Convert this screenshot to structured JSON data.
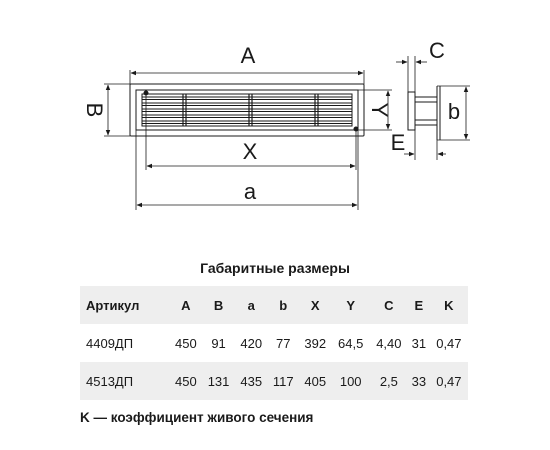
{
  "drawing": {
    "labels": {
      "A": "A",
      "B": "B",
      "X": "X",
      "Y": "Y",
      "a": "a",
      "b": "b",
      "C": "C",
      "E": "E"
    }
  },
  "table": {
    "title": "Габаритные размеры",
    "headers": [
      "Артикул",
      "A",
      "B",
      "a",
      "b",
      "X",
      "Y",
      "C",
      "E",
      "K"
    ],
    "rows": [
      [
        "4409ДП",
        "450",
        "91",
        "420",
        "77",
        "392",
        "64,5",
        "4,40",
        "31",
        "0,47"
      ],
      [
        "4513ДП",
        "450",
        "131",
        "435",
        "117",
        "405",
        "100",
        "2,5",
        "33",
        "0,47"
      ]
    ]
  },
  "footnote": "K — коэффициент живого сечения"
}
